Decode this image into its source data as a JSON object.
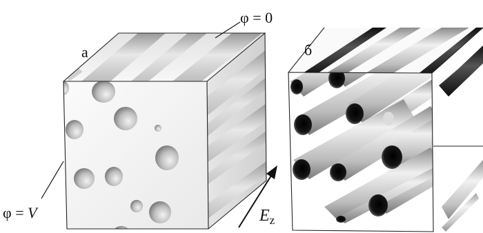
{
  "labels": {
    "panel_a": "а",
    "panel_b": "б",
    "phi_zero": "φ = 0",
    "phi_v_prefix": "φ = ",
    "phi_v_var": "V",
    "field_letter": "E",
    "field_sub": "z"
  },
  "colors": {
    "outline": "#222222",
    "shell": "#f4f4f4",
    "rod_dark": "#1a1a1a",
    "rod_light": "#e6e6e6"
  },
  "figure": {
    "panel_a": {
      "hole_count": 11,
      "groove_count": 5
    },
    "panel_b": {
      "rod_count": 13
    }
  }
}
